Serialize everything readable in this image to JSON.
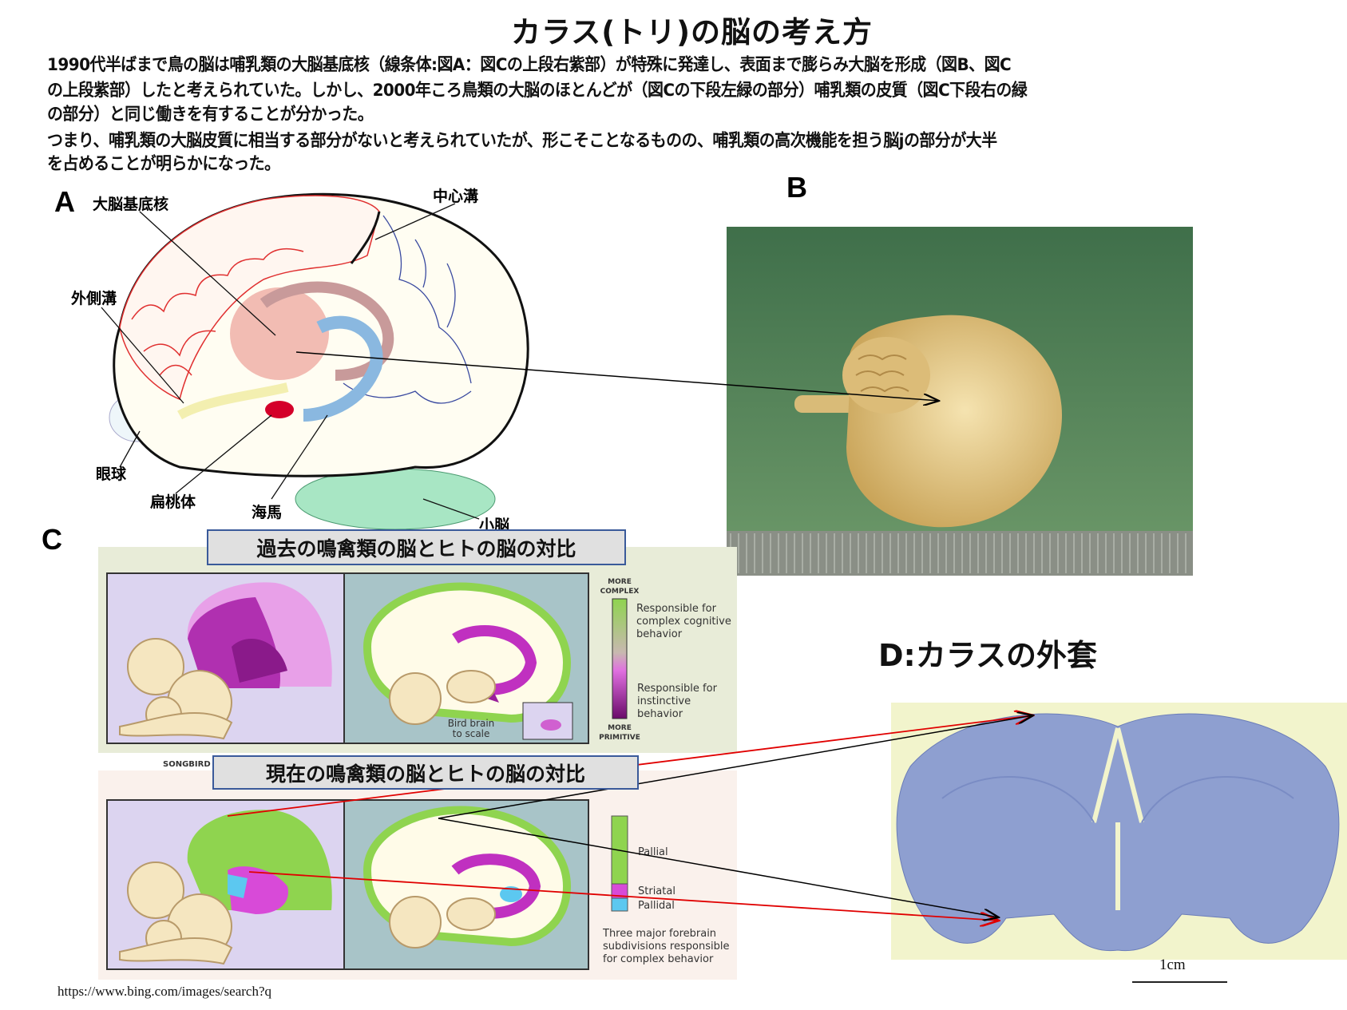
{
  "title": "カラス(トリ)の脳の考え方",
  "paragraphs": [
    "1990代半ばまで鳥の脳は哺乳類の大脳基底核（線条体:図A：図Cの上段右紫部）が特殊に発達し、表面まで膨らみ大脳を形成（図B、図C",
    "の上段紫部）したと考えられていた。しかし、2000年ころ鳥類の大脳のほとんどが（図Cの下段左緑の部分）哺乳類の皮質（図C下段右の緑",
    "の部分）と同じ働きを有することが分かった。",
    "つまり、哺乳類の大脳皮質に相当する部分がないと考えられていたが、形こそことなるものの、哺乳類の高次機能を担う脳jの部分が大半",
    "を占めることが明らかになった。"
  ],
  "panel_a": {
    "letter": "A",
    "labels": {
      "basal_ganglia": "大脳基底核",
      "central_sulcus": "中心溝",
      "lateral_sulcus": "外側溝",
      "eyeball": "眼球",
      "amygdala": "扁桃体",
      "hippocampus": "海馬",
      "cerebellum": "小脳"
    }
  },
  "panel_b": {
    "letter": "B"
  },
  "panel_c": {
    "letter": "C",
    "upper_title": "過去の鳴禽類の脳とヒトの脳の対比",
    "lower_title": "現在の鳴禽類の脳とヒトの脳の対比",
    "songbird_label": "SONGBIRD",
    "bird_scale_label": [
      "Bird brain",
      "to scale"
    ],
    "upper_legend": {
      "top": [
        "MORE",
        "COMPLEX"
      ],
      "bottom": [
        "MORE",
        "PRIMITIVE"
      ],
      "complex": [
        "Responsible for",
        "complex cognitive",
        "behavior"
      ],
      "instinctive": [
        "Responsible for",
        "instinctive",
        "behavior"
      ]
    },
    "lower_legend": {
      "pallial": "Pallial",
      "striatal": "Striatal",
      "pallidal": "Pallidal",
      "note": [
        "Three major forebrain",
        "subdivisions responsible",
        "for complex behavior"
      ]
    }
  },
  "panel_d": {
    "title": "D:カラスの外套",
    "scale_label": "1cm"
  },
  "source_url": "https://www.bing.com/images/search?q",
  "colors": {
    "pallial": "#8fd44f",
    "striatal": "#d84ad8",
    "pallidal": "#5cc8f0",
    "arrow_red": "#e00000",
    "box_border": "#3a5a9a"
  }
}
